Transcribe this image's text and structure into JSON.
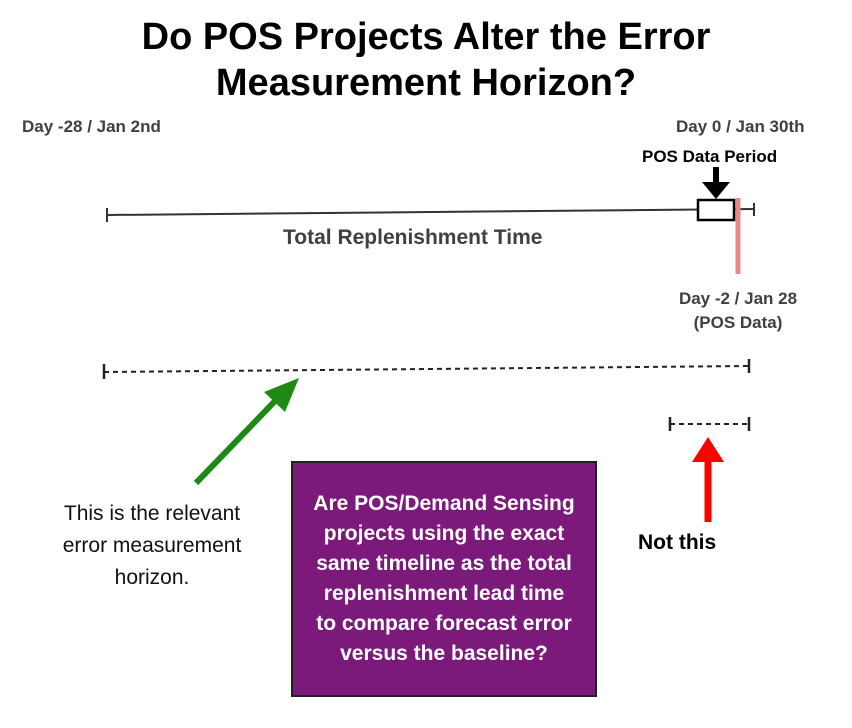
{
  "title": {
    "line1": "Do POS Projects Alter the Error",
    "line2": "Measurement Horizon?"
  },
  "labels": {
    "start": "Day -28 / Jan 2nd",
    "end": "Day 0 / Jan 30th",
    "pos_period": "POS Data Period",
    "total": "Total Replenishment Time",
    "pos_day_line1": "Day -2 / Jan 28",
    "pos_day_line2": "(POS Data)"
  },
  "note": {
    "line1": "This is the relevant",
    "line2": "error measurement",
    "line3": "horizon."
  },
  "box": {
    "line1": "Are POS/Demand Sensing",
    "line2": "projects using the exact",
    "line3": "same timeline as the total",
    "line4": "replenishment lead time",
    "line5": "to compare forecast error",
    "line6": "versus the baseline?"
  },
  "not_this": "Not this",
  "colors": {
    "green_arrow": "#1e8a14",
    "red_arrow": "#ff0000",
    "pink_marker": "#e8878c",
    "box_fill": "#7b1a7b"
  }
}
